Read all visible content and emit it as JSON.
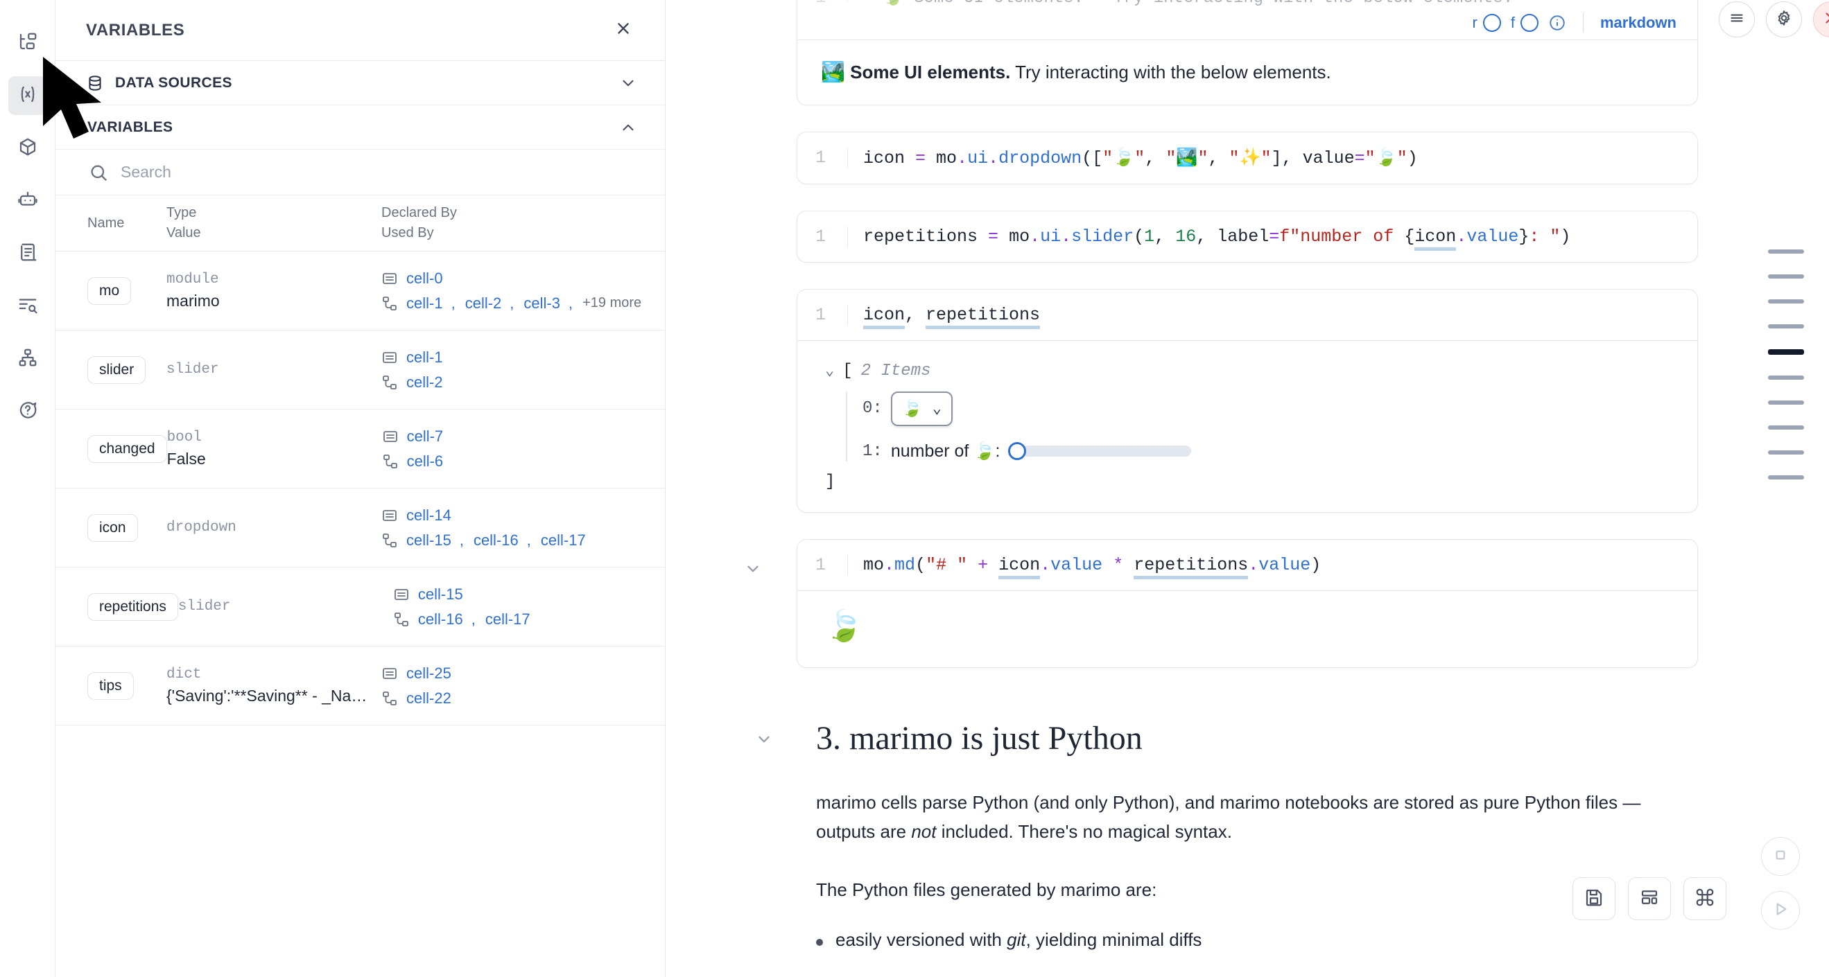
{
  "activity_bar": {
    "items": [
      {
        "name": "file-explorer-icon",
        "label": "File explorer",
        "active": false
      },
      {
        "name": "variables-icon",
        "label": "Variables",
        "active": true
      },
      {
        "name": "packages-icon",
        "label": "Packages",
        "active": false
      },
      {
        "name": "ai-assistant-icon",
        "label": "AI assistant",
        "active": false
      },
      {
        "name": "scratchpad-icon",
        "label": "Scratchpad",
        "active": false
      },
      {
        "name": "logs-icon",
        "label": "Logs",
        "active": false
      },
      {
        "name": "dependency-graph-icon",
        "label": "Dependency graph",
        "active": false
      },
      {
        "name": "help-icon",
        "label": "Help",
        "active": false
      }
    ]
  },
  "panel": {
    "title": "VARIABLES",
    "close_label": "×",
    "sections": [
      {
        "label": "DATA SOURCES",
        "expanded": false
      },
      {
        "label": "VARIABLES",
        "expanded": true
      }
    ],
    "search": {
      "placeholder": "Search",
      "value": ""
    },
    "table": {
      "headers": {
        "name": "Name",
        "type": "Type",
        "value": "Value",
        "declared_by": "Declared By",
        "used_by": "Used By"
      },
      "rows": [
        {
          "name": "mo",
          "type": "module",
          "value": "marimo",
          "declared_by": [
            "cell-0"
          ],
          "used_by": [
            "cell-1",
            "cell-2",
            "cell-3"
          ],
          "used_by_more": "+19 more"
        },
        {
          "name": "slider",
          "type": "slider",
          "value": "",
          "declared_by": [
            "cell-1"
          ],
          "used_by": [
            "cell-2"
          ],
          "used_by_more": ""
        },
        {
          "name": "changed",
          "type": "bool",
          "value": "False",
          "declared_by": [
            "cell-7"
          ],
          "used_by": [
            "cell-6"
          ],
          "used_by_more": ""
        },
        {
          "name": "icon",
          "type": "dropdown",
          "value": "",
          "declared_by": [
            "cell-14"
          ],
          "used_by": [
            "cell-15",
            "cell-16",
            "cell-17"
          ],
          "used_by_more": ""
        },
        {
          "name": "repetitions",
          "type": "slider",
          "value": "",
          "declared_by": [
            "cell-15"
          ],
          "used_by": [
            "cell-16",
            "cell-17"
          ],
          "used_by_more": ""
        },
        {
          "name": "tips",
          "type": "dict",
          "value": "{'Saving':'**Saving** - _Na…",
          "declared_by": [
            "cell-25"
          ],
          "used_by": [
            "cell-22"
          ],
          "used_by_more": ""
        }
      ]
    }
  },
  "notebook": {
    "top_cell": {
      "gutter": "1",
      "code_clipped": "\"\"🍃 Some UI elements.\"\" Try interacting with the below elements.",
      "toolbar": {
        "r_label": "r",
        "f_label": "f",
        "info_label": "i",
        "language": "markdown"
      },
      "output_emoji": "🏞️",
      "output_bold": "Some UI elements.",
      "output_rest": " Try interacting with the below elements."
    },
    "cells": [
      {
        "gutter": "1",
        "tokens": [
          {
            "t": "icon",
            "c": "tk-var"
          },
          {
            "t": " ",
            "c": "tk-punc"
          },
          {
            "t": "=",
            "c": "tk-op"
          },
          {
            "t": " mo",
            "c": "tk-mod"
          },
          {
            "t": ".",
            "c": "tk-op"
          },
          {
            "t": "ui",
            "c": "tk-attr"
          },
          {
            "t": ".",
            "c": "tk-op"
          },
          {
            "t": "dropdown",
            "c": "tk-fn"
          },
          {
            "t": "([",
            "c": "tk-punc"
          },
          {
            "t": "\"🍃\"",
            "c": "tk-str"
          },
          {
            "t": ", ",
            "c": "tk-punc"
          },
          {
            "t": "\"🏞️\"",
            "c": "tk-str"
          },
          {
            "t": ", ",
            "c": "tk-punc"
          },
          {
            "t": "\"✨\"",
            "c": "tk-str"
          },
          {
            "t": "], ",
            "c": "tk-punc"
          },
          {
            "t": "value",
            "c": "tk-var"
          },
          {
            "t": "=",
            "c": "tk-op"
          },
          {
            "t": "\"🍃\"",
            "c": "tk-str"
          },
          {
            "t": ")",
            "c": "tk-punc"
          }
        ]
      },
      {
        "gutter": "1",
        "tokens": [
          {
            "t": "repetitions",
            "c": "tk-var"
          },
          {
            "t": " ",
            "c": "tk-punc"
          },
          {
            "t": "=",
            "c": "tk-op"
          },
          {
            "t": " mo",
            "c": "tk-mod"
          },
          {
            "t": ".",
            "c": "tk-op"
          },
          {
            "t": "ui",
            "c": "tk-attr"
          },
          {
            "t": ".",
            "c": "tk-op"
          },
          {
            "t": "slider",
            "c": "tk-fn"
          },
          {
            "t": "(",
            "c": "tk-punc"
          },
          {
            "t": "1",
            "c": "tk-num"
          },
          {
            "t": ", ",
            "c": "tk-punc"
          },
          {
            "t": "16",
            "c": "tk-num"
          },
          {
            "t": ", ",
            "c": "tk-punc"
          },
          {
            "t": "label",
            "c": "tk-var"
          },
          {
            "t": "=",
            "c": "tk-op"
          },
          {
            "t": "f\"number of ",
            "c": "tk-str"
          },
          {
            "t": "{",
            "c": "tk-punc"
          },
          {
            "t": "icon",
            "c": "tk-var u-ref"
          },
          {
            "t": ".",
            "c": "tk-op"
          },
          {
            "t": "value",
            "c": "tk-attr"
          },
          {
            "t": "}",
            "c": "tk-punc"
          },
          {
            "t": ": \"",
            "c": "tk-str"
          },
          {
            "t": ")",
            "c": "tk-punc"
          }
        ]
      }
    ],
    "display_cell": {
      "gutter": "1",
      "tokens": [
        {
          "t": "icon",
          "c": "tk-var u-ref"
        },
        {
          "t": ", ",
          "c": "tk-punc"
        },
        {
          "t": "repetitions",
          "c": "tk-var u-ref"
        }
      ],
      "output": {
        "open_bracket": "[",
        "items_label": "2 Items",
        "close_bracket": "]",
        "entries": [
          {
            "key": "0:",
            "widget": "dropdown",
            "value": "🍃"
          },
          {
            "key": "1:",
            "widget": "slider",
            "label": "number of 🍃:",
            "value": "1"
          }
        ]
      }
    },
    "md_cell": {
      "gutter": "1",
      "tokens": [
        {
          "t": "mo",
          "c": "tk-mod"
        },
        {
          "t": ".",
          "c": "tk-op"
        },
        {
          "t": "md",
          "c": "tk-fn"
        },
        {
          "t": "(",
          "c": "tk-punc"
        },
        {
          "t": "\"# \"",
          "c": "tk-str"
        },
        {
          "t": " ",
          "c": "tk-punc"
        },
        {
          "t": "+",
          "c": "tk-op"
        },
        {
          "t": " ",
          "c": "tk-punc"
        },
        {
          "t": "icon",
          "c": "tk-var u-ref"
        },
        {
          "t": ".",
          "c": "tk-op"
        },
        {
          "t": "value",
          "c": "tk-attr"
        },
        {
          "t": " ",
          "c": "tk-punc"
        },
        {
          "t": "*",
          "c": "tk-op"
        },
        {
          "t": " ",
          "c": "tk-punc"
        },
        {
          "t": "repetitions",
          "c": "tk-var u-ref"
        },
        {
          "t": ".",
          "c": "tk-op"
        },
        {
          "t": "value",
          "c": "tk-attr"
        },
        {
          "t": ")",
          "c": "tk-punc"
        }
      ],
      "output_emoji": "🍃"
    },
    "section": {
      "heading": "3. marimo is just Python",
      "paragraph_1a": "marimo cells parse Python (and only Python), and marimo notebooks are stored as pure Python files — outputs are ",
      "paragraph_1_italic": "not",
      "paragraph_1b": " included. There's no magical syntax.",
      "paragraph_2": "The Python files generated by marimo are:",
      "bullets": [
        {
          "text_a": "easily versioned with ",
          "italic": "git",
          "text_b": ", yielding minimal diffs"
        }
      ]
    },
    "minimap": {
      "lines": 10,
      "active_index": 4
    },
    "bottom_tools": [
      {
        "name": "save-icon",
        "label": "Save"
      },
      {
        "name": "layout-icon",
        "label": "Layout"
      },
      {
        "name": "command-palette-icon",
        "label": "Command palette"
      }
    ],
    "run_cluster": [
      {
        "name": "stop-icon",
        "label": "Interrupt"
      },
      {
        "name": "run-icon",
        "label": "Run"
      }
    ]
  },
  "colors": {
    "accent_link": "#2f6fd0",
    "text_primary": "#1e2533",
    "text_muted": "#8b93a3",
    "border": "#e5e7eb",
    "active_bg": "#e9eaec",
    "danger": "#d14343"
  }
}
